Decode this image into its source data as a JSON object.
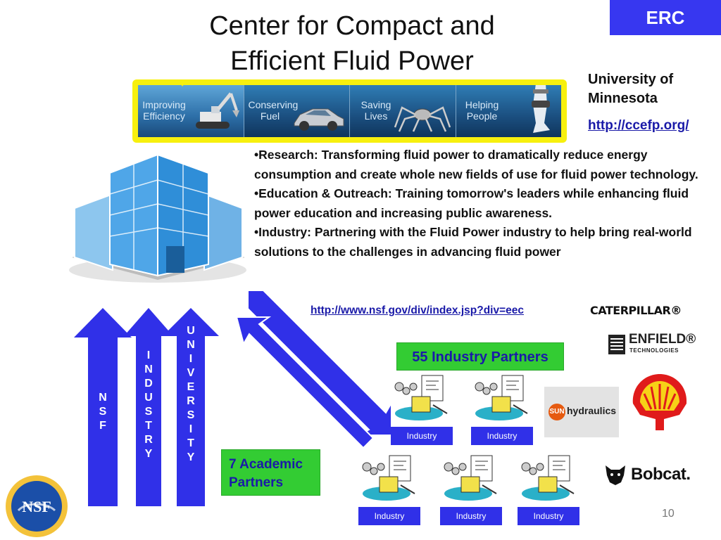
{
  "title": {
    "line1": "Center for Compact and",
    "line2": "Efficient Fluid Power"
  },
  "badge": "ERC",
  "banner": {
    "panels": [
      {
        "line1": "Improving",
        "line2": "Efficiency",
        "icon": "excavator-icon"
      },
      {
        "line1": "Conserving",
        "line2": "Fuel",
        "icon": "car-icon"
      },
      {
        "line1": "Saving",
        "line2": "Lives",
        "icon": "spider-robot-icon"
      },
      {
        "line1": "Helping",
        "line2": "People",
        "icon": "leg-brace-icon"
      }
    ]
  },
  "university": {
    "line1": "University of",
    "line2": "Minnesota",
    "link": "http://ccefp.org/"
  },
  "bullets": [
    "•Research: Transforming fluid power to dramatically reduce energy consumption and create whole new fields of use for fluid power technology.",
    "•Education & Outreach: Training tomorrow's leaders while enhancing fluid power education and increasing public awareness.",
    "•Industry: Partnering with the Fluid Power industry to help bring real-world solutions to the challenges in advancing fluid power"
  ],
  "nsf_link": "http://www.nsf.gov/div/index.jsp?div=eec",
  "arrows": {
    "nsf": [
      "N",
      "S",
      "F"
    ],
    "industry": [
      "I",
      "N",
      "D",
      "U",
      "S",
      "T",
      "R",
      "Y"
    ],
    "university": [
      "U",
      "N",
      "I",
      "V",
      "E",
      "R",
      "S",
      "I",
      "T",
      "Y"
    ]
  },
  "industry_partners": "55 Industry Partners",
  "academic_partners": {
    "line1": "7 Academic",
    "line2": "Partners"
  },
  "industry_items": [
    "Industry",
    "Industry",
    "Industry",
    "Industry",
    "Industry"
  ],
  "logos": {
    "caterpillar": "CATERPILLAR®",
    "enfield": "ENFIELD®",
    "enfield_sub": "TECHNOLOGIES",
    "sun_mark": "SUN",
    "sun_word": "hydraulics",
    "bobcat": "Bobcat.",
    "nsf": "NSF"
  },
  "page_number": "10",
  "colors": {
    "accent": "#3030e8",
    "green": "#33cc33",
    "banner_yellow": "#f7f00e",
    "link": "#1a1aa8"
  }
}
